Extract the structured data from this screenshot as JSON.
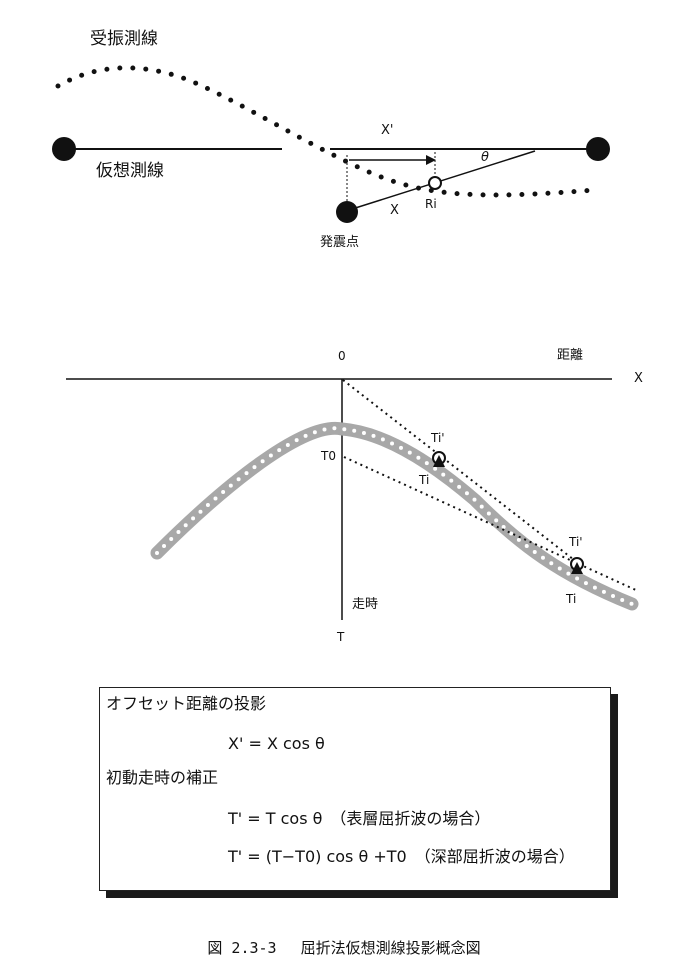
{
  "top_diagram": {
    "receiver_line_label": "受振測線",
    "virtual_line_label": "仮想測線",
    "x_prime_label": "X'",
    "theta_label": "θ",
    "x_label": "X",
    "ri_label": "Ri",
    "shot_point_label": "発震点"
  },
  "bottom_diagram": {
    "origin_label": "0",
    "distance_label": "距離",
    "x_axis_label": "X",
    "t0_label": "T0",
    "ti_prime_label_1": "Ti'",
    "ti_label_1": "Ti",
    "ti_prime_label_2": "Ti'",
    "ti_label_2": "Ti",
    "travel_time_label": "走時",
    "t_axis_label": "T"
  },
  "formula_box": {
    "heading_offset": "オフセット距離の投影",
    "formula_offset": "X' = X cos θ",
    "heading_time": "初動走時の補正",
    "formula_time_shallow": "T' = T cos θ　（表層屈折波の場合）",
    "formula_time_deep": "T' = (T−T0) cos θ +T0　（深部屈折波の場合）"
  },
  "caption": "図 2.3-3　 屈折法仮想測線投影概念図"
}
